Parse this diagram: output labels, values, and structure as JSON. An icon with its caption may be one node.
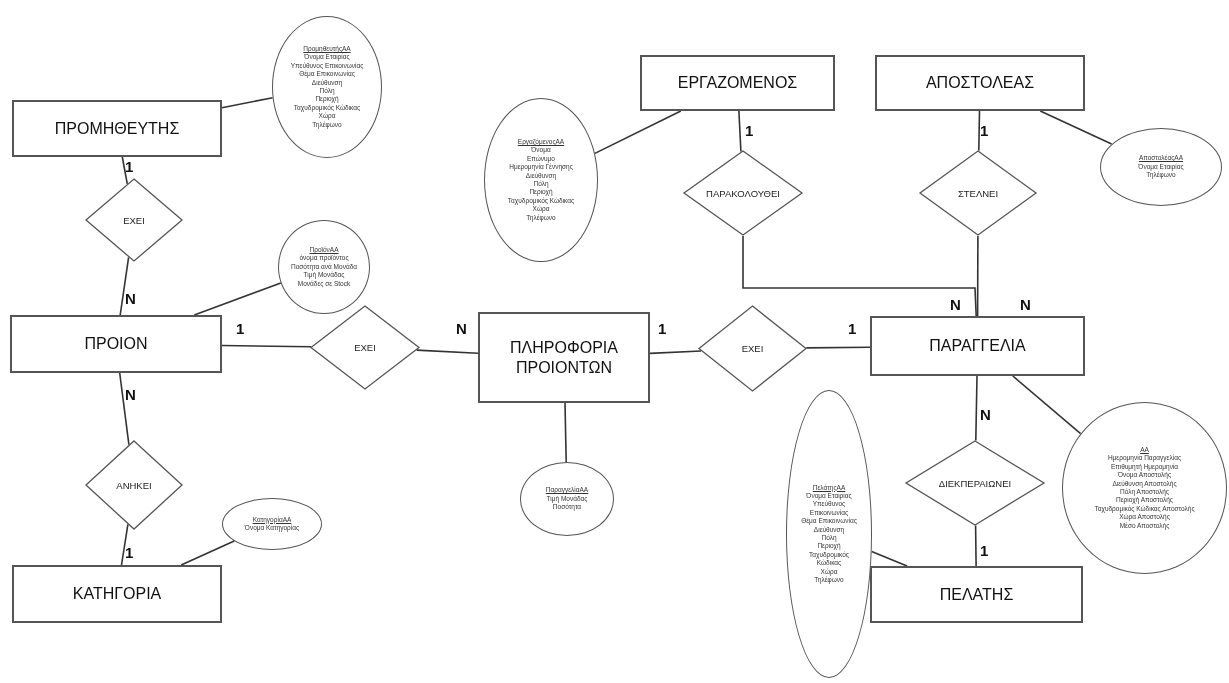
{
  "diagram": {
    "nodes": [
      {
        "text": [
          "ΠΡΟΜΗΘΕΥΤΗΣ"
        ]
      },
      {
        "text": [
          "ΠρομηθευτήςΑΑ",
          "Όνομα Εταιρίας",
          "Υπεύθυνος Επικοινωνίας",
          "Θέμα Επικοινωνίας",
          "Διεύθυνση",
          "Πόλη",
          "Περιοχή",
          "Ταχυδρομικός Κώδικας",
          "Χώρα",
          "Τηλέφωνο"
        ]
      },
      {
        "text": [
          "ΕΧΕΙ"
        ]
      },
      {
        "text": [
          "ΠΡΟΙΟΝ"
        ]
      },
      {
        "text": [
          "ΠροϊόνΑΑ",
          "όνομα προϊόντος",
          "Ποσότητα ανά Μονάδα",
          "Τιμή Μονάδας",
          "Μονάδες σε Stock"
        ]
      },
      {
        "text": [
          "ΕΧΕΙ"
        ]
      },
      {
        "text": [
          "ΠΛΗΡΟΦΟΡΙΑ ΠΡΟΙΟΝΤΩΝ"
        ]
      },
      {
        "text": [
          "ΕΧΕΙ"
        ]
      },
      {
        "text": [
          "ΠΑΡΑΓΓΕΛΙΑ"
        ]
      },
      {
        "text": [
          "ΑΝΗΚΕΙ"
        ]
      },
      {
        "text": [
          "ΚατηγορίαΑΑ",
          "Όνομα Κατηγορίας"
        ]
      },
      {
        "text": [
          "ΚΑΤΗΓΟΡΙΑ"
        ]
      },
      {
        "text": [
          "ΠαραγγελίαΑΑ",
          "Τιμή Μονάδας",
          "Ποσότητα"
        ]
      },
      {
        "text": [
          "ΕΡΓΑΖΟΜΕΝΟΣ"
        ]
      },
      {
        "text": [
          "ΕργαζόμενοςΑΑ",
          "Όνομα",
          "Επώνυμο",
          "Ημερομηνία Γέννησης",
          "Διεύθυνση",
          "Πόλη",
          "Περιοχή",
          "Ταχυδρομικός Κώδικας",
          "Χώρα",
          "Τηλέφωνο"
        ]
      },
      {
        "text": [
          "ΠΑΡΑΚΟΛΟΥΘΕΙ"
        ]
      },
      {
        "text": [
          "ΑΠΟΣΤΟΛΕΑΣ"
        ]
      },
      {
        "text": [
          "ΑποστολέαςΑΑ",
          "Όνομα Εταιρίας",
          "Τηλέφωνο"
        ]
      },
      {
        "text": [
          "ΣΤΕΛΝΕΙ"
        ]
      },
      {
        "text": [
          "ΔΙΕΚΠΕΡΑΙΩΝΕΙ"
        ]
      },
      {
        "text": [
          "ΑΑ",
          "Ημερομηνία Παραγγελίας",
          "Επιθυμητή Ημερομηνία",
          "Όνομα Αποστολής",
          "Διεύθυνση Αποστολής",
          "Πόλη Αποστολής",
          "Περιοχή Αποστολής",
          "Ταχυδρομικός Κώδικας Αποστολής",
          "Χώρα Αποστολής",
          "Μέσο Αποστολής"
        ]
      },
      {
        "text": [
          "ΠελάτηςΑΑ",
          "Όνομα Εταιρίας",
          "Υπεύθυνος Επικοινωνίας",
          "Θέμα Επικοινωνίας",
          "Διεύθυνση",
          "Πόλη",
          "Περιοχή",
          "Ταχυδρομικός Κώδικας",
          "Χώρα",
          "Τηλέφωνο"
        ]
      },
      {
        "text": [
          "ΠΕΛΑΤΗΣ"
        ]
      }
    ],
    "edges": [
      {
        "from": 0,
        "to": 2,
        "arrow": "none"
      },
      {
        "from": 2,
        "to": 3,
        "arrow": "none"
      },
      {
        "from": 3,
        "to": 5,
        "arrow": "none"
      },
      {
        "from": 5,
        "to": 6,
        "arrow": "none"
      },
      {
        "from": 6,
        "to": 7,
        "arrow": "none"
      },
      {
        "from": 7,
        "to": 8,
        "arrow": "none"
      },
      {
        "from": 3,
        "to": 9,
        "arrow": "none"
      },
      {
        "from": 9,
        "to": 11,
        "arrow": "none"
      },
      {
        "from": 13,
        "to": 15,
        "arrow": "none"
      },
      {
        "from": 15,
        "to": 8,
        "arrow": "none"
      },
      {
        "from": 16,
        "to": 18,
        "arrow": "none"
      },
      {
        "from": 18,
        "to": 8,
        "arrow": "none"
      },
      {
        "from": 8,
        "to": 19,
        "arrow": "none"
      },
      {
        "from": 19,
        "to": 22,
        "arrow": "none"
      },
      {
        "from": 0,
        "to": 1,
        "arrow": "none"
      },
      {
        "from": 3,
        "to": 4,
        "arrow": "none"
      },
      {
        "from": 11,
        "to": 10,
        "arrow": "none"
      },
      {
        "from": 6,
        "to": 12,
        "arrow": "none"
      },
      {
        "from": 13,
        "to": 14,
        "arrow": "none"
      },
      {
        "from": 16,
        "to": 17,
        "arrow": "none"
      },
      {
        "from": 8,
        "to": 20,
        "arrow": "none"
      },
      {
        "from": 22,
        "to": 21,
        "arrow": "none"
      }
    ],
    "labels": [
      "1",
      "1",
      "1",
      "N",
      "N",
      "N",
      "1",
      "N",
      "1",
      "1",
      "N",
      "N",
      "1",
      "1"
    ]
  }
}
